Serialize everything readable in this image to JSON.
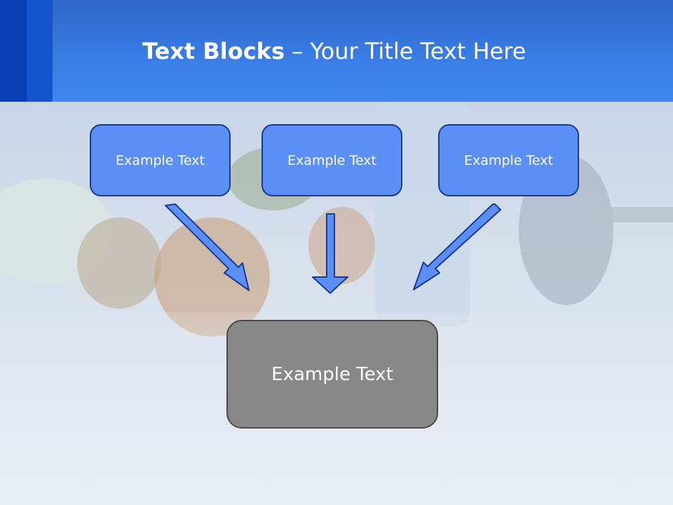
{
  "slide": {
    "title_bold": "Text Blocks",
    "title_dash": " – ",
    "title_rest": "Your Title Text Here"
  },
  "blocks": {
    "top": [
      "Example Text",
      "Example Text",
      "Example Text"
    ],
    "bottom": "Example Text"
  },
  "colors": {
    "header": "#3a7de6",
    "block_fill": "#5b8ff5",
    "block_border": "#1a3c8e",
    "bottom_fill": "#888888",
    "arrow_fill": "#5b8ff5"
  }
}
